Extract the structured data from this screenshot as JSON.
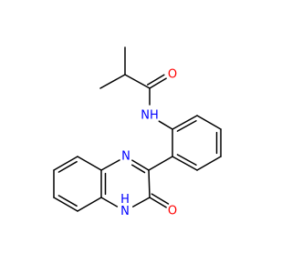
{
  "molecule": {
    "colors": {
      "bond": "#000000",
      "oxygen": "#ff0000",
      "nitrogen": "#0000ff",
      "background": "#ffffff"
    },
    "atoms": [
      {
        "id": "amide_O",
        "label": "O",
        "color": "oxygen"
      },
      {
        "id": "amide_NH",
        "label": "NH",
        "color": "nitrogen"
      },
      {
        "id": "ring_N",
        "label": "N",
        "color": "nitrogen"
      },
      {
        "id": "lactam_NH",
        "label": "H\nN",
        "color": "nitrogen"
      },
      {
        "id": "lactam_O",
        "label": "O",
        "color": "oxygen"
      }
    ]
  }
}
